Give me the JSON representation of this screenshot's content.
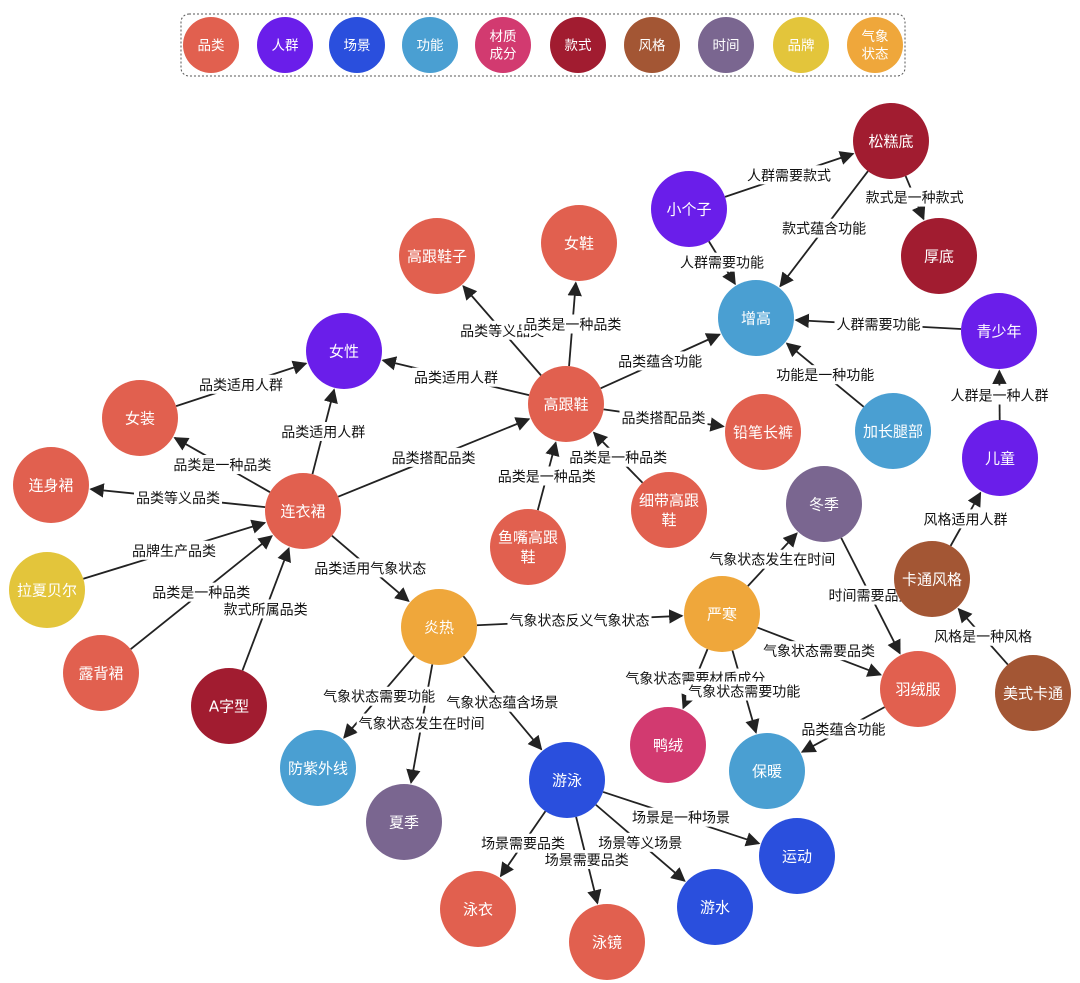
{
  "legend": [
    {
      "id": "cat",
      "label": "品类",
      "color": "#E1604F"
    },
    {
      "id": "crowd",
      "label": "人群",
      "color": "#6A1EEA"
    },
    {
      "id": "scene",
      "label": "场景",
      "color": "#2A4FDD"
    },
    {
      "id": "func",
      "label": "功能",
      "color": "#4A9FD2"
    },
    {
      "id": "mat",
      "label": "材质\n成分",
      "color": "#D23A70"
    },
    {
      "id": "style",
      "label": "款式",
      "color": "#A11C30"
    },
    {
      "id": "fstyle",
      "label": "风格",
      "color": "#A35634"
    },
    {
      "id": "time",
      "label": "时间",
      "color": "#7A6690"
    },
    {
      "id": "brand",
      "label": "品牌",
      "color": "#E3C53B"
    },
    {
      "id": "weather",
      "label": "气象\n状态",
      "color": "#EFA73B"
    }
  ],
  "nodes": [
    {
      "id": "n_songgaodi",
      "label": "松糕底",
      "type": "style"
    },
    {
      "id": "n_xiaogezi",
      "label": "小个子",
      "type": "crowd"
    },
    {
      "id": "n_houdi",
      "label": "厚底",
      "type": "style"
    },
    {
      "id": "n_zenggao",
      "label": "增高",
      "type": "func"
    },
    {
      "id": "n_qingshaonian",
      "label": "青少年",
      "type": "crowd"
    },
    {
      "id": "n_jiachang",
      "label": "加长腿部",
      "type": "func"
    },
    {
      "id": "n_gaogenxiezi",
      "label": "高跟鞋子",
      "type": "cat"
    },
    {
      "id": "n_nvxie",
      "label": "女鞋",
      "type": "cat"
    },
    {
      "id": "n_nvxing",
      "label": "女性",
      "type": "crowd"
    },
    {
      "id": "n_nvzhuang",
      "label": "女装",
      "type": "cat"
    },
    {
      "id": "n_gaogenxie",
      "label": "高跟鞋",
      "type": "cat"
    },
    {
      "id": "n_qianbi",
      "label": "铅笔长裤",
      "type": "cat"
    },
    {
      "id": "n_ertong",
      "label": "儿童",
      "type": "crowd"
    },
    {
      "id": "n_lianshen",
      "label": "连身裙",
      "type": "cat"
    },
    {
      "id": "n_lianyi",
      "label": "连衣裙",
      "type": "cat"
    },
    {
      "id": "n_yuzui",
      "label": "鱼嘴高跟\n鞋",
      "type": "cat"
    },
    {
      "id": "n_xidai",
      "label": "细带高跟\n鞋",
      "type": "cat"
    },
    {
      "id": "n_dongji",
      "label": "冬季",
      "type": "time"
    },
    {
      "id": "n_katong",
      "label": "卡通风格",
      "type": "fstyle"
    },
    {
      "id": "n_laxia",
      "label": "拉夏贝尔",
      "type": "brand"
    },
    {
      "id": "n_yanre",
      "label": "炎热",
      "type": "weather"
    },
    {
      "id": "n_yanhan",
      "label": "严寒",
      "type": "weather"
    },
    {
      "id": "n_lubei",
      "label": "露背裙",
      "type": "cat"
    },
    {
      "id": "n_azixing",
      "label": "A字型",
      "type": "style"
    },
    {
      "id": "n_yurongfu",
      "label": "羽绒服",
      "type": "cat"
    },
    {
      "id": "n_meishi",
      "label": "美式卡通",
      "type": "fstyle"
    },
    {
      "id": "n_yarong",
      "label": "鸭绒",
      "type": "mat"
    },
    {
      "id": "n_baonuan",
      "label": "保暖",
      "type": "func"
    },
    {
      "id": "n_fangzi",
      "label": "防紫外线",
      "type": "func"
    },
    {
      "id": "n_youyong",
      "label": "游泳",
      "type": "scene"
    },
    {
      "id": "n_xiaji",
      "label": "夏季",
      "type": "time"
    },
    {
      "id": "n_yundong",
      "label": "运动",
      "type": "scene"
    },
    {
      "id": "n_yongyi",
      "label": "泳衣",
      "type": "cat"
    },
    {
      "id": "n_youshui",
      "label": "游水",
      "type": "scene"
    },
    {
      "id": "n_yongjing",
      "label": "泳镜",
      "type": "cat"
    }
  ],
  "edges": [
    {
      "from": "n_xiaogezi",
      "to": "n_songgaodi",
      "label": "人群需要款式"
    },
    {
      "from": "n_songgaodi",
      "to": "n_houdi",
      "label": "款式是一种款式"
    },
    {
      "from": "n_songgaodi",
      "to": "n_zenggao",
      "label": "款式蕴含功能"
    },
    {
      "from": "n_xiaogezi",
      "to": "n_zenggao",
      "label": "人群需要功能"
    },
    {
      "from": "n_qingshaonian",
      "to": "n_zenggao",
      "label": "人群需要功能"
    },
    {
      "from": "n_jiachang",
      "to": "n_zenggao",
      "label": "功能是一种功能"
    },
    {
      "from": "n_ertong",
      "to": "n_qingshaonian",
      "label": "人群是一种人群"
    },
    {
      "from": "n_katong",
      "to": "n_ertong",
      "label": "风格适用人群"
    },
    {
      "from": "n_meishi",
      "to": "n_katong",
      "label": "风格是一种风格"
    },
    {
      "from": "n_gaogenxie",
      "to": "n_zenggao",
      "label": "品类蕴含功能"
    },
    {
      "from": "n_gaogenxie",
      "to": "n_gaogenxiezi",
      "label": "品类等义品类"
    },
    {
      "from": "n_gaogenxie",
      "to": "n_nvxie",
      "label": "品类是一种品类"
    },
    {
      "from": "n_gaogenxie",
      "to": "n_nvxing",
      "label": "品类适用人群"
    },
    {
      "from": "n_gaogenxie",
      "to": "n_qianbi",
      "label": "品类搭配品类"
    },
    {
      "from": "n_yuzui",
      "to": "n_gaogenxie",
      "label": "品类是一种品类"
    },
    {
      "from": "n_xidai",
      "to": "n_gaogenxie",
      "label": "品类是一种品类"
    },
    {
      "from": "n_nvzhuang",
      "to": "n_nvxing",
      "label": "品类适用人群"
    },
    {
      "from": "n_lianyi",
      "to": "n_nvxing",
      "label": "品类适用人群"
    },
    {
      "from": "n_lianyi",
      "to": "n_nvzhuang",
      "label": "品类是一种品类"
    },
    {
      "from": "n_lianyi",
      "to": "n_lianshen",
      "label": "品类等义品类"
    },
    {
      "from": "n_lianyi",
      "to": "n_gaogenxie",
      "label": "品类搭配品类"
    },
    {
      "from": "n_laxia",
      "to": "n_lianyi",
      "label": "品牌生产品类"
    },
    {
      "from": "n_lubei",
      "to": "n_lianyi",
      "label": "品类是一种品类"
    },
    {
      "from": "n_azixing",
      "to": "n_lianyi",
      "label": "款式所属品类"
    },
    {
      "from": "n_lianyi",
      "to": "n_yanre",
      "label": "品类适用气象状态"
    },
    {
      "from": "n_yanre",
      "to": "n_yanhan",
      "label": "气象状态反义气象状态"
    },
    {
      "from": "n_yanhan",
      "to": "n_dongji",
      "label": "气象状态发生在时间"
    },
    {
      "from": "n_dongji",
      "to": "n_yurongfu",
      "label": "时间需要品类"
    },
    {
      "from": "n_yanhan",
      "to": "n_yurongfu",
      "label": "气象状态需要品类"
    },
    {
      "from": "n_yanhan",
      "to": "n_yarong",
      "label": "气象状态需要材质成分"
    },
    {
      "from": "n_yanhan",
      "to": "n_baonuan",
      "label": "气象状态需要功能"
    },
    {
      "from": "n_yurongfu",
      "to": "n_baonuan",
      "label": "品类蕴含功能"
    },
    {
      "from": "n_yanre",
      "to": "n_fangzi",
      "label": "气象状态需要功能"
    },
    {
      "from": "n_yanre",
      "to": "n_xiaji",
      "label": "气象状态发生在时间"
    },
    {
      "from": "n_yanre",
      "to": "n_youyong",
      "label": "气象状态蕴含场景"
    },
    {
      "from": "n_youyong",
      "to": "n_yundong",
      "label": "场景是一种场景"
    },
    {
      "from": "n_youyong",
      "to": "n_youshui",
      "label": "场景等义场景"
    },
    {
      "from": "n_youyong",
      "to": "n_yongyi",
      "label": "场景需要品类"
    },
    {
      "from": "n_youyong",
      "to": "n_yongjing",
      "label": "场景需要品类"
    }
  ]
}
